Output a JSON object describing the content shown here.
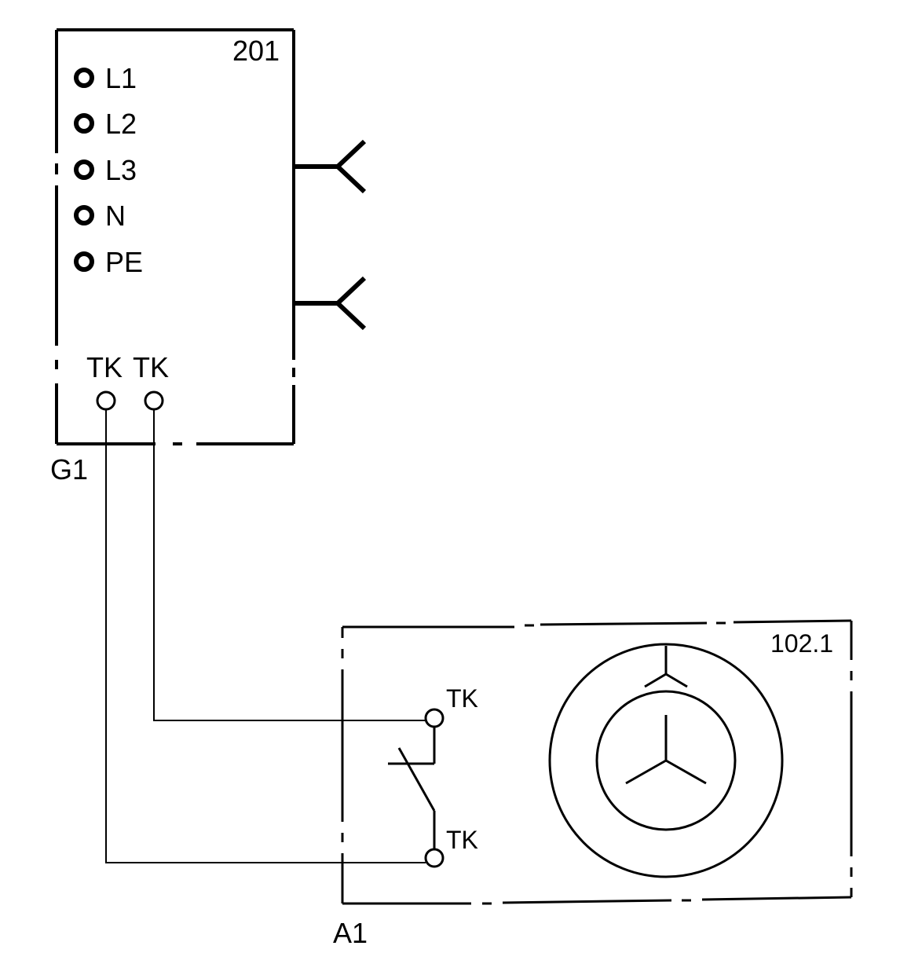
{
  "controller": {
    "box_id": "201",
    "device_tag": "G1",
    "terminals": [
      {
        "label": "L1"
      },
      {
        "label": "L2"
      },
      {
        "label": "L3"
      },
      {
        "label": "N"
      },
      {
        "label": "PE"
      }
    ],
    "thermal_contacts": [
      "TK",
      "TK"
    ]
  },
  "motor": {
    "box_id": "102.1",
    "device_tag": "A1",
    "switch_contacts": [
      "TK",
      "TK"
    ]
  }
}
